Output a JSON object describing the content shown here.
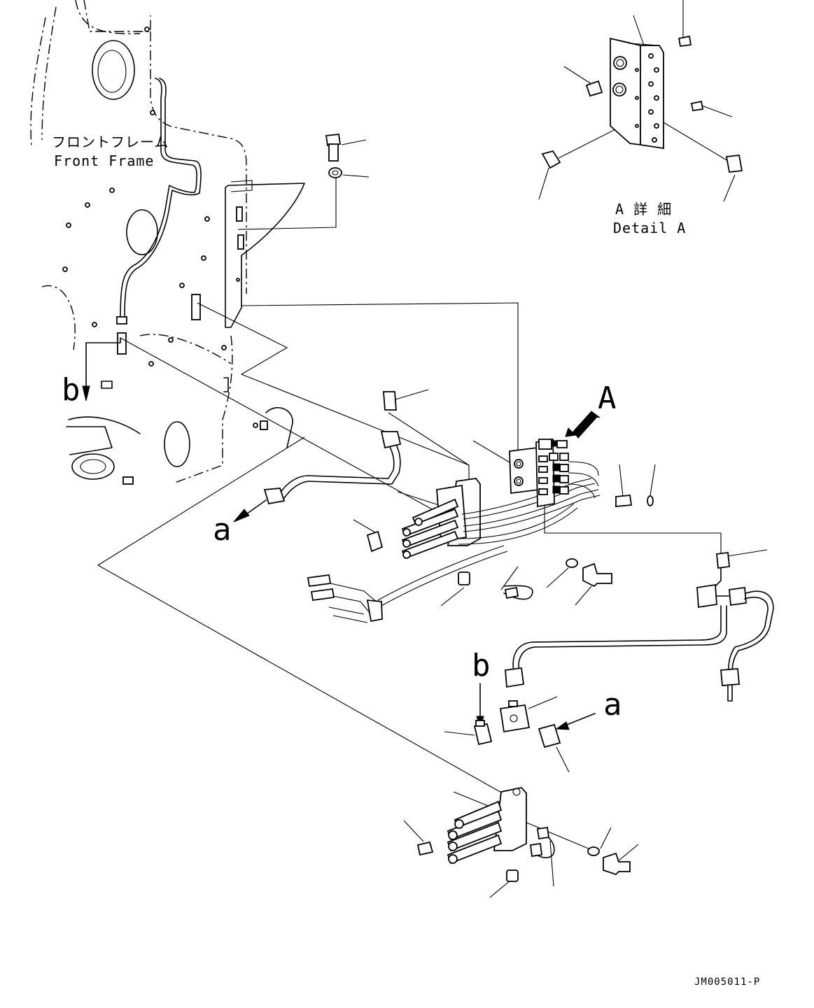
{
  "labels": {
    "front_frame_jp": "フロントフレーム",
    "front_frame_en": "Front Frame",
    "detail_jp": "A 詳 細",
    "detail_en": "Detail A",
    "view_a": "A",
    "callout_a_left": "a",
    "callout_a_right": "a",
    "callout_b_left": "b",
    "callout_b_right": "b",
    "drawing_number": "JM005011-P"
  }
}
